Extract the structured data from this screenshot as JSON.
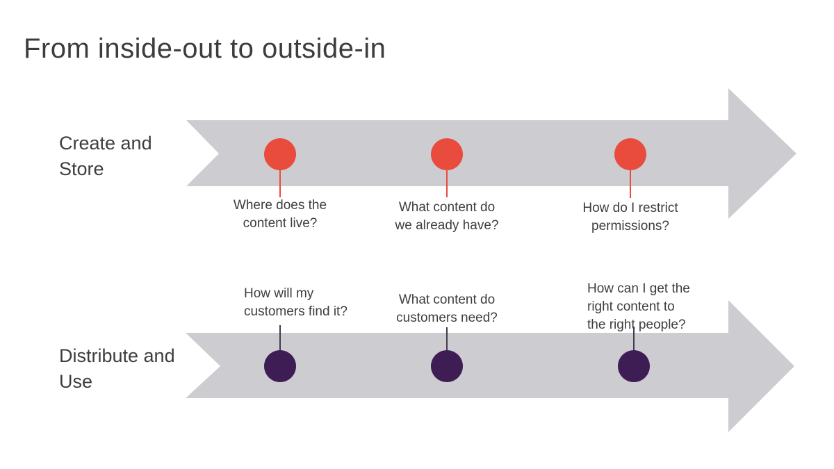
{
  "title": "From inside-out to outside-in",
  "colors": {
    "background": "#ffffff",
    "arrow_gray": "#cdccd1",
    "create_dot_red": "#e94b3c",
    "distribute_dot_purple": "#3e1d55",
    "text_dark": "#3d3d3d",
    "stem_dark": "#423d4a"
  },
  "rows": [
    {
      "id": "create-and-store",
      "label": "Create and\nStore",
      "dot_color": "#e94b3c",
      "questions": [
        "Where does the\ncontent live?",
        "What content do\nwe already have?",
        "How do I restrict\npermissions?"
      ]
    },
    {
      "id": "distribute-and-use",
      "label": "Distribute and\nUse",
      "dot_color": "#3e1d55",
      "questions": [
        "How will my\ncustomers find it?",
        "What content do\ncustomers need?",
        "How can I get the\nright content to\nthe right people?"
      ]
    }
  ]
}
